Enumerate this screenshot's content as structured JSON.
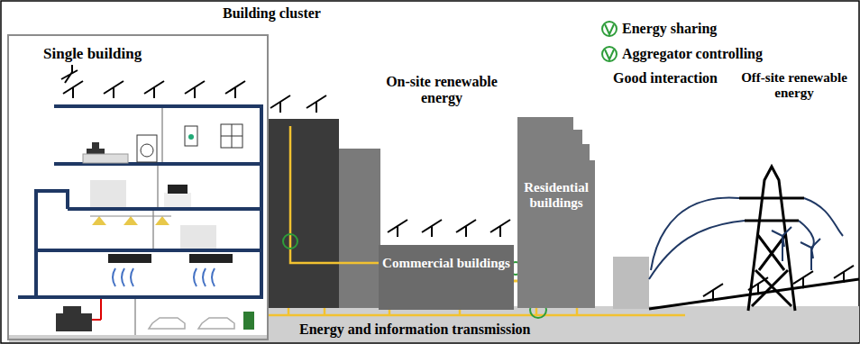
{
  "diagram": {
    "title": "Building cluster",
    "nodes": [
      {
        "text": [
          "Single building"
        ]
      },
      {
        "text": [
          "Commercial buildings"
        ]
      },
      {
        "text": [
          "Residential buildings"
        ]
      }
    ],
    "edges": [
      {
        "from": 1,
        "to": 2,
        "arrow": "none"
      }
    ],
    "labels": [
      "Energy sharing",
      "Aggregator controlling",
      "Good interaction",
      "On-site renewable energy",
      "Off-site renewable energy",
      "Energy and information transmission"
    ]
  }
}
